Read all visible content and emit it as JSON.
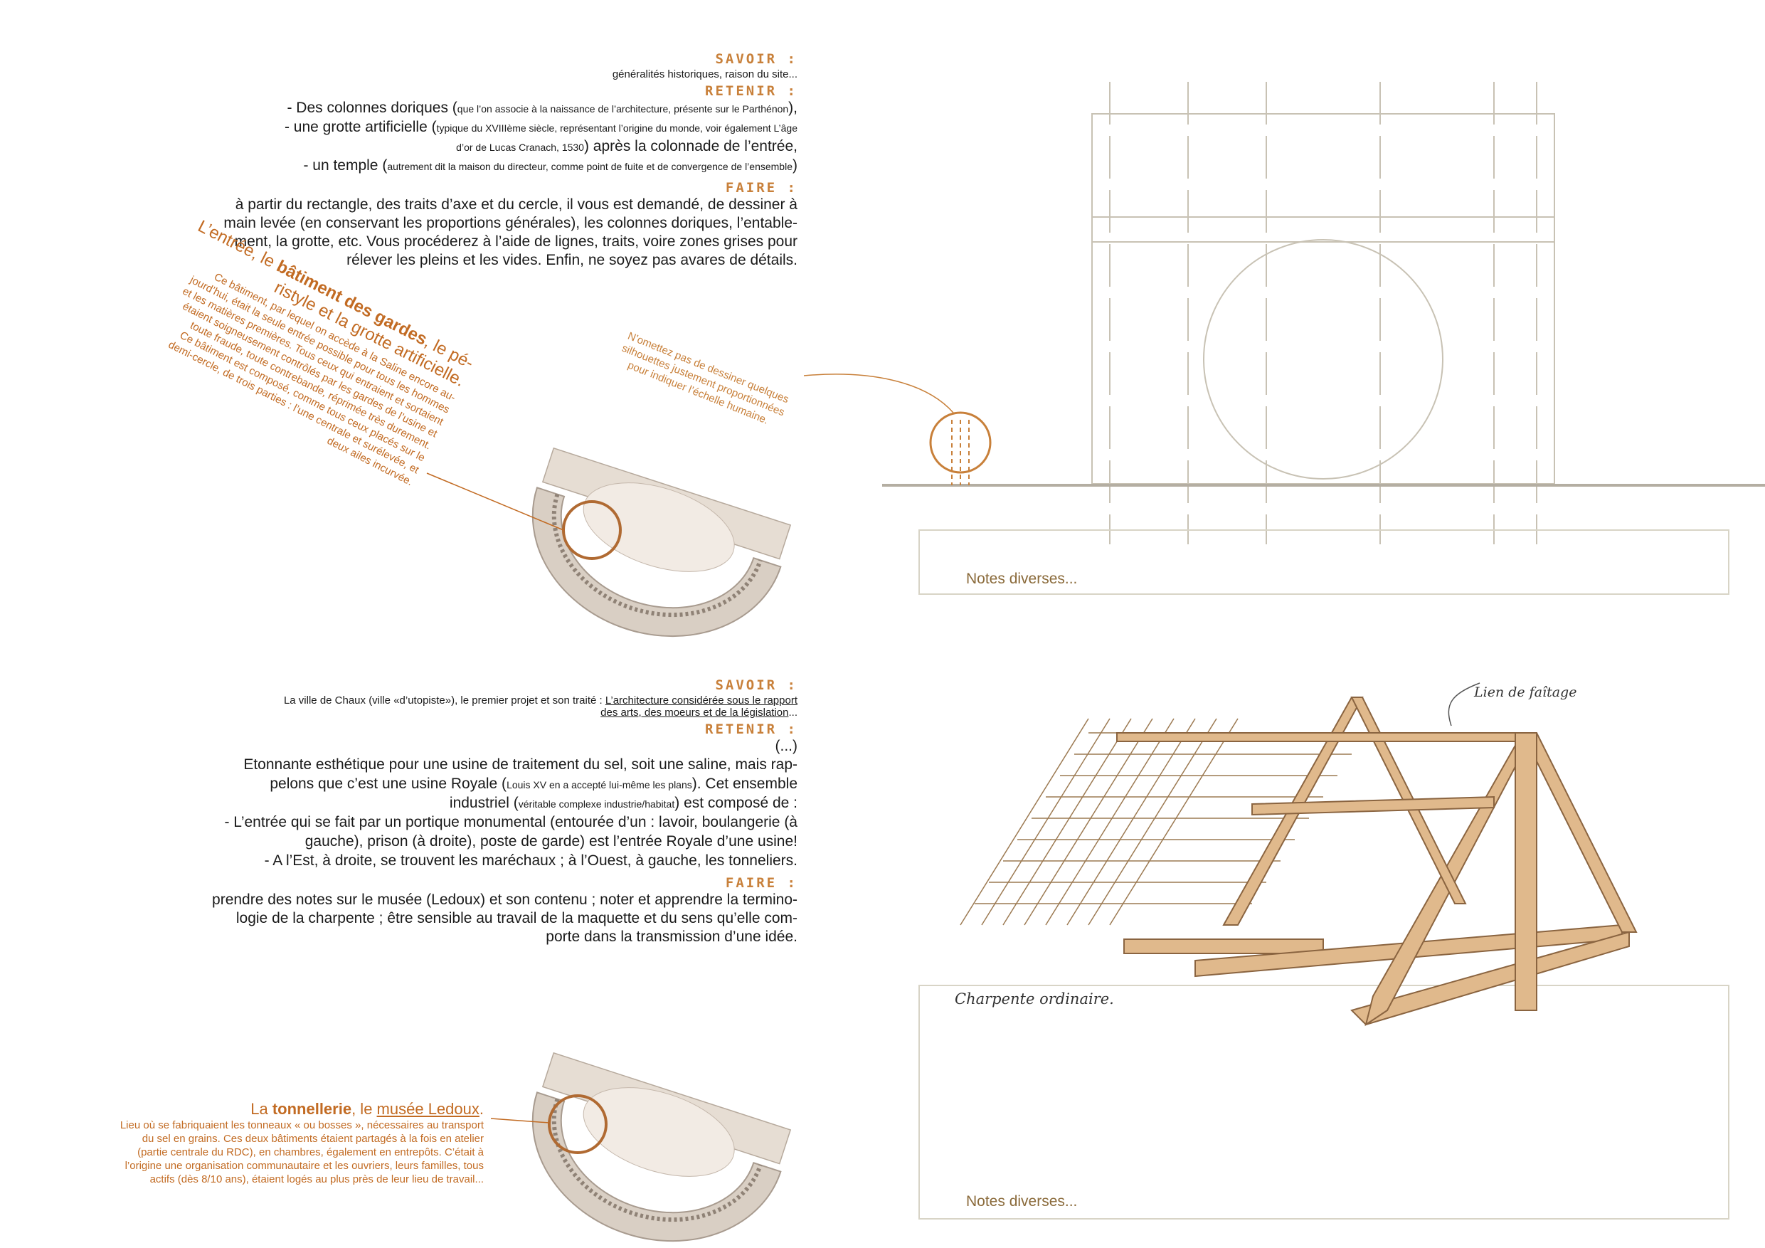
{
  "section1": {
    "savoir_heading": "Savoir :",
    "savoir_text": "généralités historiques, raison du site...",
    "retenir_heading": "Retenir :",
    "retenir_lines": [
      {
        "main": "- Des colonnes doriques (",
        "small": "que l’on associe à la naissance de l’architecture, présente sur le Parthénon",
        "end": "),"
      },
      {
        "main": "- une grotte artificielle (",
        "small": "typique du XVIIIème siècle, représentant l’origine du monde, voir également L’âge",
        "end": ""
      },
      {
        "main": "",
        "small": "d’or de Lucas Cranach, 1530",
        "end": ") après la colonnade de l’entrée,"
      },
      {
        "main": "- un temple (",
        "small": "autrement dit la maison du directeur, comme point de fuite et de convergence de l’ensemble",
        "end": ")"
      }
    ],
    "faire_heading": "Faire :",
    "faire_lines": [
      "à partir du rectangle, des traits d’axe et du cercle, il vous est demandé, de dessiner à",
      "main levée (en conservant les proportions générales), les colonnes doriques, l’entable-",
      "ment, la grotte, etc. Vous procéderez à l’aide de lignes, traits, voire zones grises pour",
      "rélever les pleins et les vides. Enfin, ne soyez pas avares de détails."
    ]
  },
  "annotation_tip": [
    "N’omettez pas de dessiner quelques",
    "silhouettes justement proportionnées",
    "pour indiquer l’échelle humaine."
  ],
  "entry_block": {
    "title_pre": "L’entrée, le ",
    "title_bold": "bâtiment des gardes",
    "title_post": ", le pé-",
    "title_line2": "ristyle et la grotte artificielle.",
    "lines": [
      "Ce bâtiment, par lequel on accède à la Saline encore au-",
      "jourd’hui, était la seule entrée possible pour tous les hommes",
      "et les matières premières. Tous ceux qui entraient et sortaient",
      "étaient soigneusement contrôlés par les gardes de l’usine et",
      "toute fraude, toute contrebande, réprimée très durement.",
      "Ce bâtiment est composé, comme tous ceux placés sur le",
      "demi-cercle, de trois parties : l’une centrale et surélevée, et",
      "deux ailes incurvée."
    ]
  },
  "notes_label_1": "Notes diverses...",
  "section2": {
    "savoir_heading": "Savoir :",
    "savoir_line1_plain": "La ville de Chaux (ville «d’utopiste»), le premier projet et son traité : ",
    "savoir_line1_link": "L’architecture considérée sous le rapport",
    "savoir_line2_link": "des arts, des moeurs et de la législation",
    "savoir_line2_end": "...",
    "retenir_heading": "Retenir :",
    "retenir_ellipsis": "(...)",
    "retenir_lines": [
      {
        "main": "Etonnante esthétique pour une usine de traitement du sel, soit une saline, mais rap-",
        "small": "",
        "end": ""
      },
      {
        "main": "pelons que c’est une usine Royale (",
        "small": "Louis XV en a accepté lui-même les plans",
        "end": "). Cet ensemble"
      },
      {
        "main": "industriel (",
        "small": "véritable complexe industrie/habitat",
        "end": ") est composé de :"
      },
      {
        "main": "- L’entrée qui se fait par un portique monumental (entourée d’un : lavoir, boulangerie (à",
        "small": "",
        "end": ""
      },
      {
        "main": "gauche), prison (à droite), poste de garde) est l’entrée Royale d’une usine!",
        "small": "",
        "end": ""
      },
      {
        "main": "- A l’Est, à droite, se trouvent les maréchaux ; à l’Ouest, à gauche, les tonneliers.",
        "small": "",
        "end": ""
      }
    ],
    "faire_heading": "Faire :",
    "faire_lines": [
      "prendre des notes sur le musée (Ledoux) et son contenu ; noter et apprendre la termino-",
      "logie de la charpente ; être sensible au travail de la maquette et du sens qu’elle com-",
      "porte dans la transmission d’une idée."
    ]
  },
  "tonnellerie_block": {
    "title_pre": "La ",
    "title_bold": "tonnellerie",
    "title_mid": ", le ",
    "title_link": "musée Ledoux",
    "title_end": ".",
    "lines": [
      "Lieu où se fabriquaient les tonneaux « ou bosses », nécessaires au transport",
      "du sel en grains. Ces deux bâtiments étaient partagés à la fois en atelier",
      "(partie centrale du RDC), en chambres, également en entrepôts. C’était à",
      "l’origine une organisation communautaire et les ouvriers, leurs familles, tous",
      "actifs (dès 8/10 ans), étaient logés au plus près de leur lieu de travail..."
    ]
  },
  "charpente_label_top": "Lien de faîtage",
  "charpente_label_bottom": "Charpente ordinaire.",
  "notes_label_2": "Notes diverses...",
  "colors": {
    "accent": "#c8803a",
    "accent_dark": "#c26b23",
    "frame": "#c8c2b4",
    "circle": "#b06a32",
    "wood": "#e0b98c"
  }
}
